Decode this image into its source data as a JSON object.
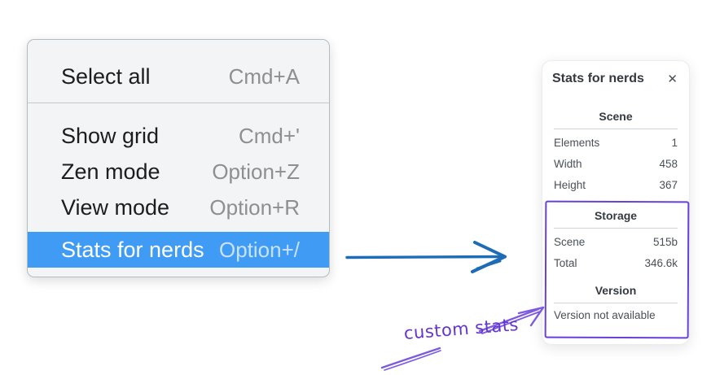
{
  "colors": {
    "menu_highlight": "#3f9bf4",
    "menu_background": "#f3f4f6",
    "flow_arrow": "#1e6cb5",
    "highlight_rect_violet": "#6741d9",
    "annotation_violet": "#7b5be0",
    "annotation_text_violet": "#6535cf"
  },
  "menu": {
    "items": [
      {
        "label": "Select all",
        "shortcut": "Cmd+A"
      },
      {
        "label": "Show grid",
        "shortcut": "Cmd+'"
      },
      {
        "label": "Zen mode",
        "shortcut": "Option+Z"
      },
      {
        "label": "View mode",
        "shortcut": "Option+R"
      },
      {
        "label": "Stats for nerds",
        "shortcut": "Option+/"
      }
    ]
  },
  "stats_panel": {
    "title": "Stats for nerds",
    "close_icon": "✕",
    "sections": [
      {
        "header": "Scene",
        "rows": [
          {
            "label": "Elements",
            "value": "1"
          },
          {
            "label": "Width",
            "value": "458"
          },
          {
            "label": "Height",
            "value": "367"
          }
        ]
      },
      {
        "header": "Storage",
        "rows": [
          {
            "label": "Scene",
            "value": "515b"
          },
          {
            "label": "Total",
            "value": "346.6k"
          }
        ]
      },
      {
        "header": "Version",
        "note": "Version not available"
      }
    ]
  },
  "annotation": {
    "label": "custom stats"
  }
}
